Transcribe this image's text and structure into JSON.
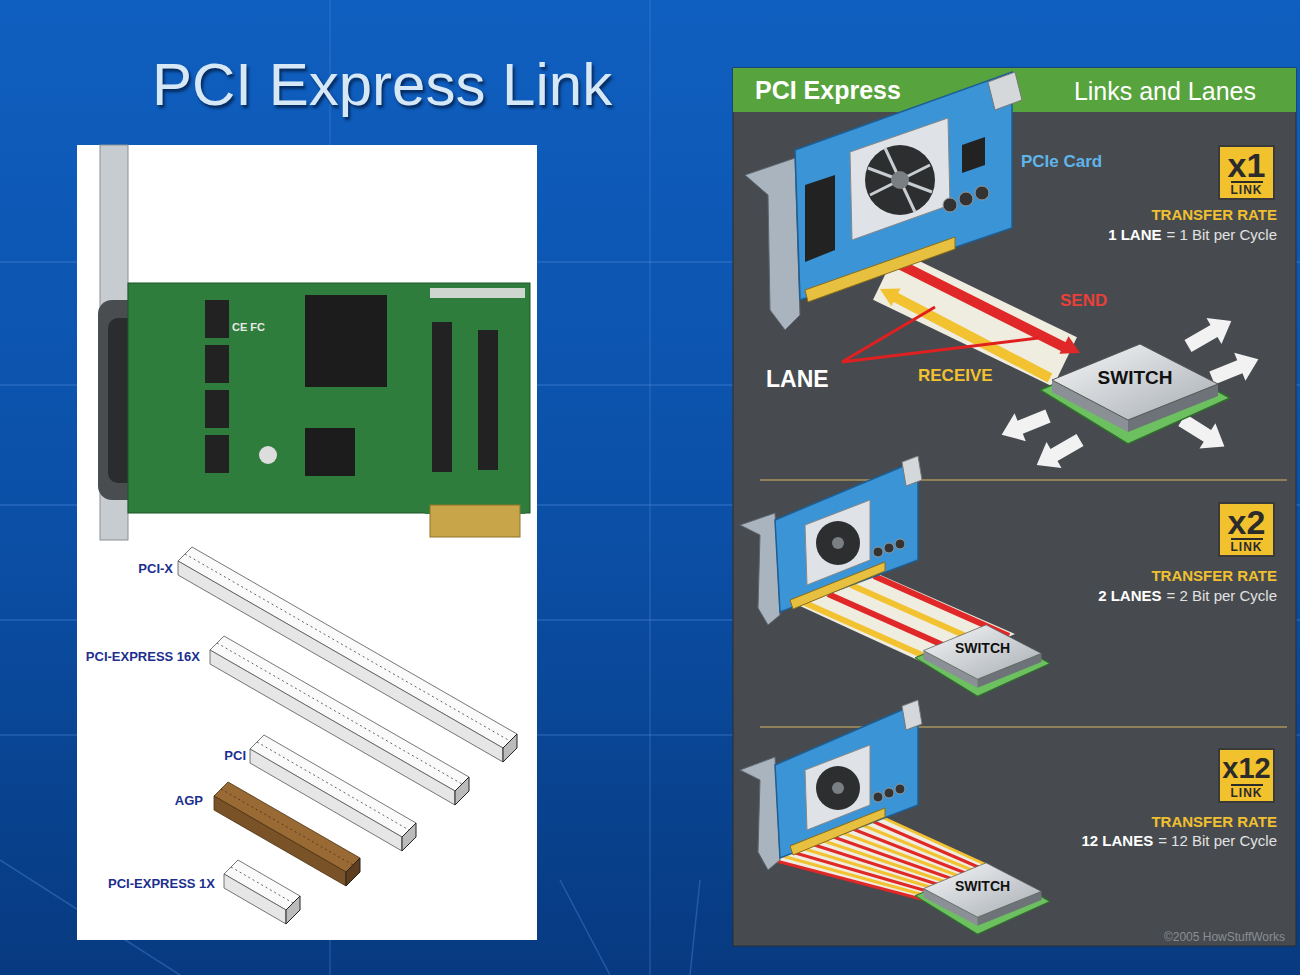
{
  "diagram": {
    "title": "PCI Express Link",
    "nodes": [
      {
        "text": [
          "PCI Express",
          "Links and Lanes"
        ]
      },
      {
        "text": [
          "x1",
          "LINK"
        ]
      },
      {
        "text": [
          "SWITCH"
        ]
      },
      {
        "text": [
          "x2",
          "LINK"
        ]
      },
      {
        "text": [
          "SWITCH"
        ]
      },
      {
        "text": [
          "x12",
          "LINK"
        ]
      },
      {
        "text": [
          "SWITCH"
        ]
      }
    ],
    "labels": [
      "CE FC",
      "PCI-X",
      "PCI-EXPRESS 16X",
      "PCI",
      "AGP",
      "PCI-EXPRESS 1X",
      "PCIe Card",
      "TRANSFER RATE",
      "1 LANE",
      "= 1 Bit per Cycle",
      "SEND",
      "LANE",
      "RECEIVE",
      "TRANSFER RATE",
      "2 LANES",
      "= 2 Bit per Cycle",
      "TRANSFER RATE",
      "12 LANES",
      "= 12 Bit per Cycle",
      "©2005 HowStuffWorks"
    ]
  }
}
